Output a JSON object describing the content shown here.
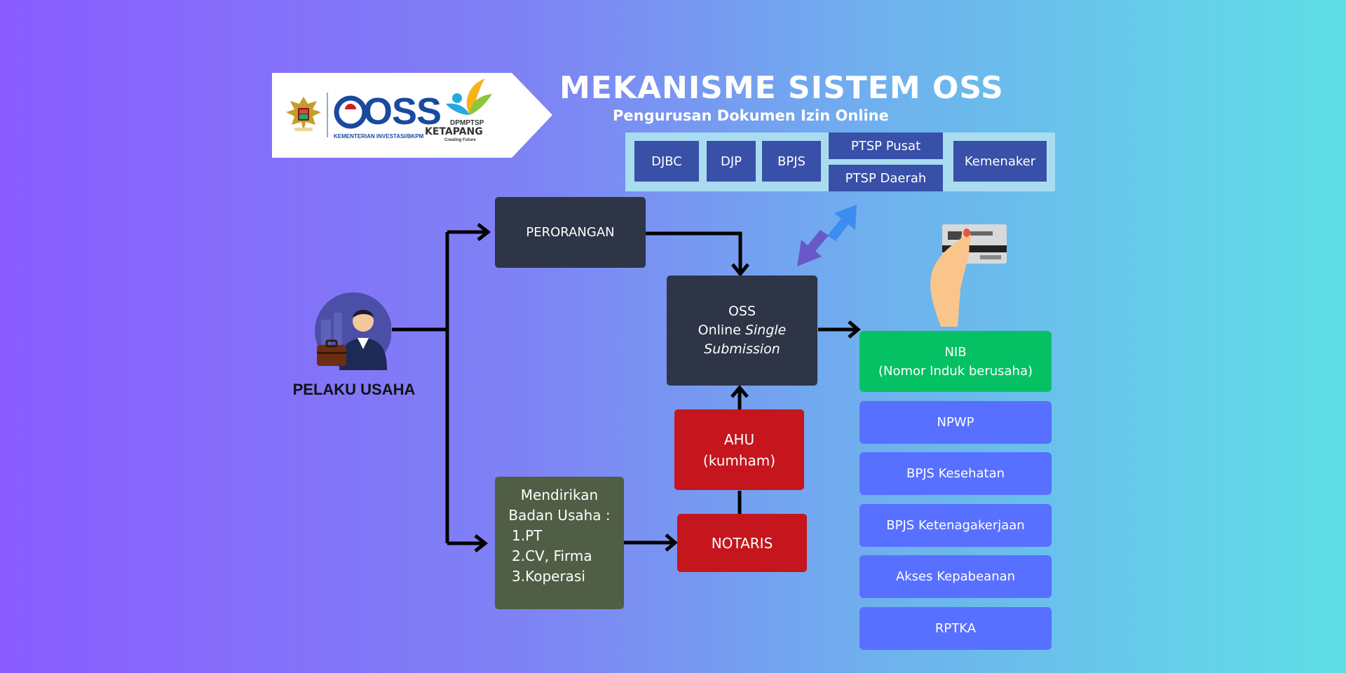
{
  "header": {
    "logo_text": "OSS",
    "ministry_text": "KEMENTERIAN INVESTASI/BKPM",
    "dpmptsp_text": "DPMPTSP",
    "ketapang_text": "KETAPANG",
    "tagline_text": "Creating Future",
    "title": "MEKANISME SISTEM OSS",
    "subtitle": "Pengurusan Dokumen Izin Online"
  },
  "agencies": {
    "djbc": "DJBC",
    "djp": "DJP",
    "bpjs": "BPJS",
    "ptsp_pusat": "PTSP Pusat",
    "ptsp_daerah": "PTSP Daerah",
    "kemenaker": "Kemenaker"
  },
  "actor": {
    "label": "PELAKU USAHA"
  },
  "flow": {
    "perorangan": "PERORANGAN",
    "oss_line1": "OSS",
    "oss_line2_plain": "Online ",
    "oss_line2_italic": "Single",
    "oss_line3_italic": "Submission",
    "ahu_line1": "AHU",
    "ahu_line2": "(kumham)",
    "notaris": "NOTARIS",
    "badan_line1": "Mendirikan",
    "badan_line2": "Badan Usaha :",
    "badan_items": [
      "PT",
      "CV, Firma",
      "Koperasi"
    ]
  },
  "outputs": {
    "nib_line1": "NIB",
    "nib_line2": "(Nomor Induk berusaha)",
    "items": [
      "NPWP",
      "BPJS Kesehatan",
      "BPJS Ketenagakerjaan",
      "Akses Kepabeanan",
      "RPTKA"
    ]
  },
  "colors": {
    "dark_box": "#2d3547",
    "red_box": "#c4161c",
    "olive_box": "#4f5e44",
    "output_box": "#5870ff",
    "nib_box": "#06c163",
    "agency_box": "#3850a8"
  }
}
